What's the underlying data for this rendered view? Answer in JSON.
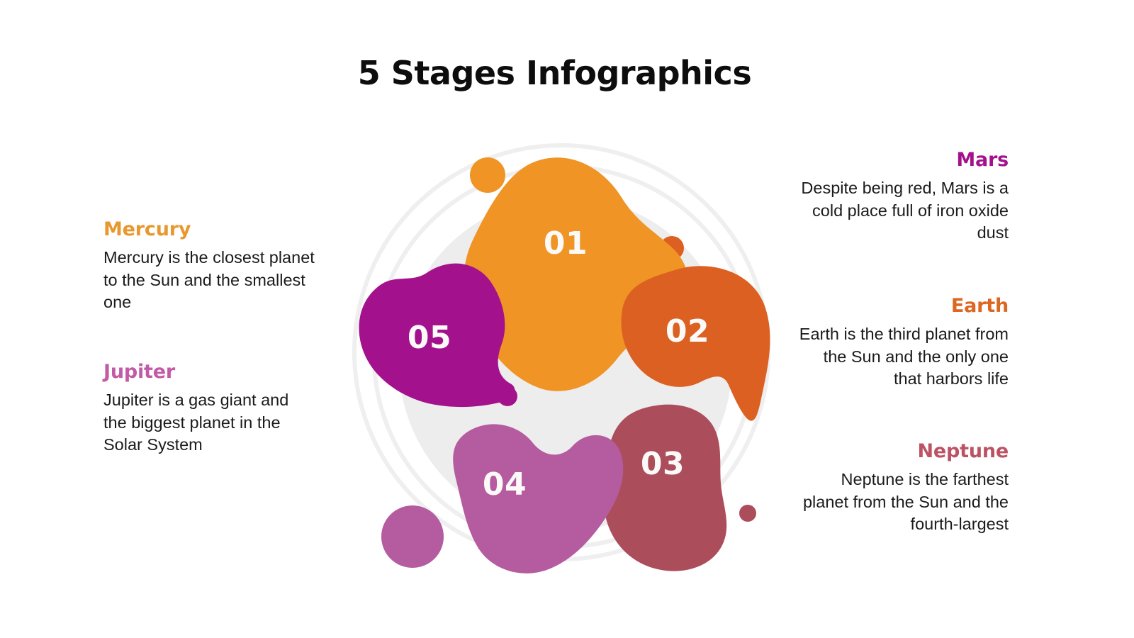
{
  "title": "5 Stages Infographics",
  "palette": {
    "stage01": "#ef9425",
    "stage02": "#dc6021",
    "stage03": "#ac4d5c",
    "stage04": "#b55ba0",
    "stage05": "#a3128c",
    "ring": "#efefef",
    "disc": "#ededed",
    "number_text": "#fbfaf8",
    "body_text": "#1b1b1b"
  },
  "diagram": {
    "type": "radial-stage-infographic",
    "stage_count": 5,
    "center_disc": {
      "label": "",
      "color": "#ededed"
    },
    "blobs": [
      {
        "number": "01",
        "color": "#ef9425",
        "planet": "Mercury"
      },
      {
        "number": "02",
        "color": "#dc6021",
        "planet": "Earth"
      },
      {
        "number": "03",
        "color": "#ac4d5c",
        "planet": "Neptune"
      },
      {
        "number": "04",
        "color": "#b55ba0",
        "planet": "Jupiter"
      },
      {
        "number": "05",
        "color": "#a3128c",
        "planet": "Mars"
      }
    ],
    "accent_dots": [
      {
        "color": "#ef9425",
        "size": "large"
      },
      {
        "color": "#dc6021",
        "size": "small"
      },
      {
        "color": "#ac4d5c",
        "size": "small"
      },
      {
        "color": "#b55ba0",
        "size": "xlarge"
      },
      {
        "color": "#a3128c",
        "size": "tiny"
      }
    ]
  },
  "blocks": {
    "mercury": {
      "heading": "Mercury",
      "color": "#e8982f",
      "body": "Mercury is the closest planet to the Sun and the smallest one"
    },
    "jupiter": {
      "heading": "Jupiter",
      "color": "#c25aa5",
      "body": "Jupiter is a gas giant and the biggest planet in the Solar System"
    },
    "mars": {
      "heading": "Mars",
      "color": "#a3128c",
      "body": "Despite being red, Mars is a cold place full of iron oxide dust"
    },
    "earth": {
      "heading": "Earth",
      "color": "#dd6620",
      "body": "Earth is the third planet from the Sun and the only one that harbors life"
    },
    "neptune": {
      "heading": "Neptune",
      "color": "#bc5364",
      "body": "Neptune is the farthest planet from the Sun and the fourth-largest"
    }
  },
  "numbers": {
    "n1": "01",
    "n2": "02",
    "n3": "03",
    "n4": "04",
    "n5": "05"
  }
}
